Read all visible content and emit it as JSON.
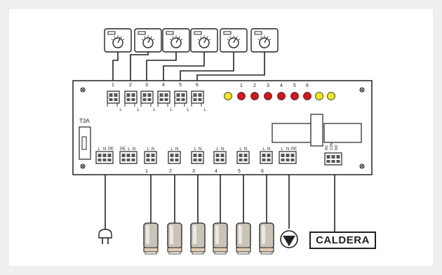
{
  "zone_numbers": [
    "1",
    "2",
    "3",
    "4",
    "5",
    "6"
  ],
  "terminal_markers": {
    "l": "L",
    "n": "N",
    "pe": "PE"
  },
  "relay_markers": [
    "NC",
    "COM",
    "NO"
  ],
  "fuse_label": "T3A",
  "boiler_label": "CALDERA",
  "colors": {
    "background": "#efefef",
    "panel": "#ffffff",
    "line": "#222222",
    "led_yellow": "#f2e51a",
    "led_red": "#d8151b",
    "actuator_body": "#c9c3b8",
    "actuator_band": "#e0cdb3"
  },
  "icons": [
    "thermostat-icon",
    "power-plug-icon",
    "pump-icon",
    "actuator-icon",
    "screw-icon"
  ]
}
